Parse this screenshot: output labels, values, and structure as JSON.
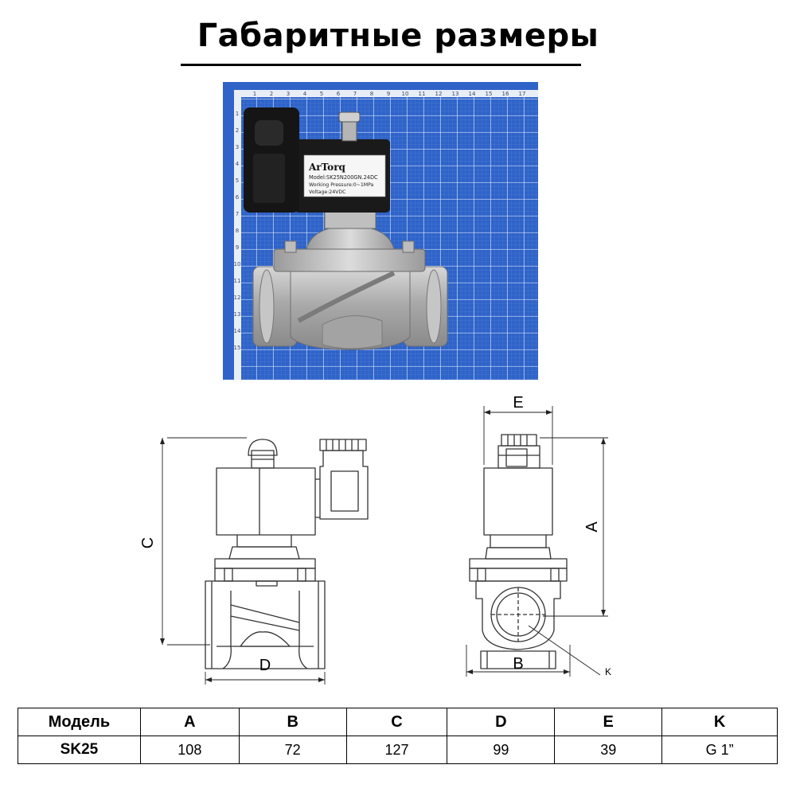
{
  "title": "Габаритные размеры",
  "photo": {
    "brand": "ArTorq",
    "label_lines": [
      "Model:SK25N200GN.24DC",
      "Working Pressure:0~1MPa",
      "Voltage:24VDC"
    ],
    "ruler_top": [
      "1",
      "2",
      "3",
      "4",
      "5",
      "6",
      "7",
      "8",
      "9",
      "10",
      "11",
      "12",
      "13",
      "14",
      "15",
      "16",
      "17"
    ],
    "ruler_left": [
      "1",
      "2",
      "3",
      "4",
      "5",
      "6",
      "7",
      "8",
      "9",
      "10",
      "11",
      "12",
      "13",
      "14",
      "15"
    ],
    "grid_color": "#2f63c8",
    "accent_body_color": "#b8b8b8"
  },
  "drawing": {
    "labels": {
      "a": "A",
      "b": "B",
      "c": "C",
      "d": "D",
      "e": "E",
      "k": "K"
    }
  },
  "table": {
    "headers": [
      "Модель",
      "A",
      "B",
      "C",
      "D",
      "E",
      "K"
    ],
    "rows": [
      [
        "SK25",
        "108",
        "72",
        "127",
        "99",
        "39",
        "G 1”"
      ]
    ]
  }
}
